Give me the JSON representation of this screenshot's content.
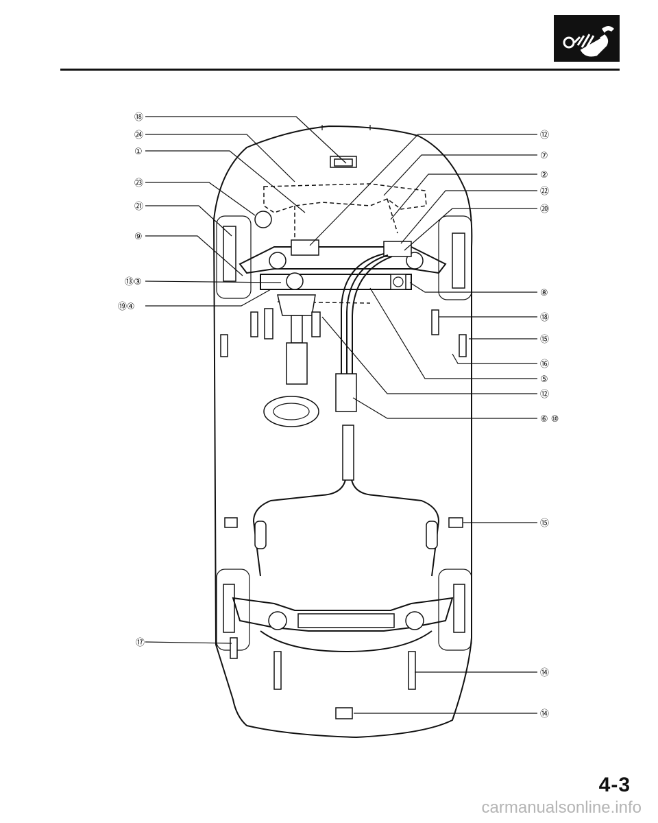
{
  "header": {
    "logo_icon": "hand-wrench-logo-icon"
  },
  "callouts_left": [
    "⑱",
    "㉔",
    "①",
    "㉓",
    "㉑",
    "⑨",
    "⑬③",
    "⑲④",
    "⑰"
  ],
  "callouts_right": [
    "⑫",
    "⑦",
    "②",
    "㉒",
    "⑳",
    "⑧",
    "⑱",
    "⑮",
    "⑯",
    "⑤",
    "⑫",
    "⑥ ⑩",
    "⑮",
    "⑭",
    "⑭"
  ],
  "page_number": "4-3",
  "watermark": "carmanualsonline.info"
}
